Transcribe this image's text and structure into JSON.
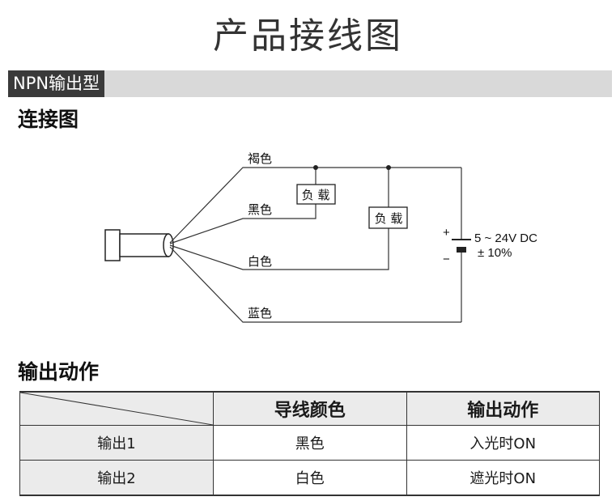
{
  "page": {
    "title": "产品接线图",
    "section_label": "NPN输出型",
    "wiring_heading": "连接图",
    "output_heading": "输出动作"
  },
  "diagram": {
    "wires": {
      "brown": "褐色",
      "black": "黑色",
      "white": "白色",
      "blue": "蓝色"
    },
    "load_label": "负 载",
    "power": {
      "plus": "+",
      "minus": "−",
      "voltage": "5 ~ 24V DC",
      "tolerance": "± 10%"
    }
  },
  "table": {
    "headers": [
      "导线颜色",
      "输出动作"
    ],
    "rows": [
      {
        "label": "输出1",
        "wire": "黑色",
        "action": "入光时ON"
      },
      {
        "label": "输出2",
        "wire": "白色",
        "action": "遮光时ON"
      }
    ]
  }
}
